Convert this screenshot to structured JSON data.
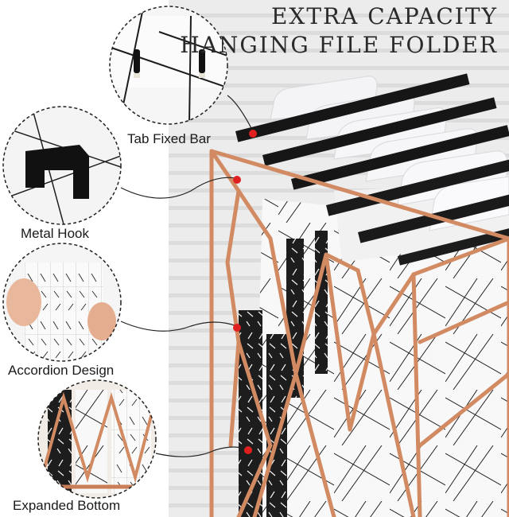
{
  "title": {
    "line1": "EXTRA CAPACITY",
    "line2": "HANGING FILE FOLDER"
  },
  "callouts": [
    {
      "label": "Tab Fixed Bar"
    },
    {
      "label": "Metal Hook"
    },
    {
      "label": "Accordion Design"
    },
    {
      "label": "Expanded Bottom"
    }
  ],
  "colors": {
    "rose_gold": "#d9936c",
    "rose_gold_dark": "#b8724e",
    "marker_red": "#e02020",
    "blind_gray": "#e9e9e9",
    "folder_white": "#f7f7f7",
    "folder_black": "#1b1b1b"
  }
}
